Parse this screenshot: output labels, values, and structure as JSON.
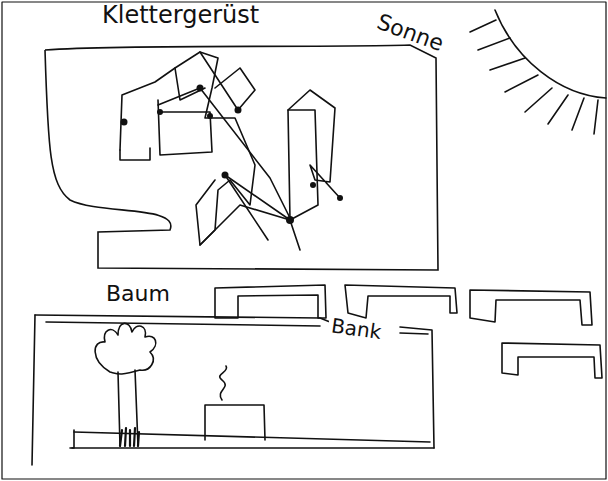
{
  "diagram": {
    "nodes": [
      {
        "text": [
          "Klettergerüst"
        ]
      }
    ],
    "labels": [
      "Sonne",
      "Baum",
      "Bank"
    ]
  }
}
